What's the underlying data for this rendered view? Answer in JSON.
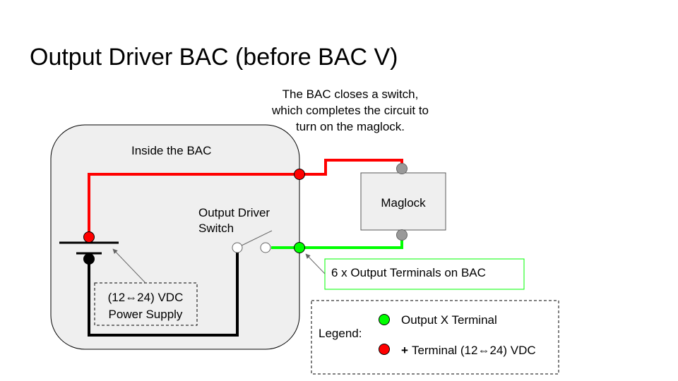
{
  "title": "Output Driver BAC (before BAC V)",
  "annotation": {
    "line1": "The BAC closes a switch,",
    "line2": "which completes the circuit to",
    "line3": "turn on the maglock."
  },
  "bac_box": {
    "label": "Inside the BAC"
  },
  "switch": {
    "label_line1": "Output Driver",
    "label_line2": "Switch"
  },
  "maglock": {
    "label": "Maglock"
  },
  "power_supply": {
    "label_line1": "(12⇔24) VDC",
    "label_line2": "Power Supply"
  },
  "terminals_note": "6 x Output Terminals on BAC",
  "legend": {
    "title": "Legend:",
    "items": [
      {
        "label": "Output X Terminal",
        "bold_prefix": "",
        "color": "#00ff00"
      },
      {
        "label": "Terminal (12⇔24) VDC",
        "bold_prefix": "+",
        "color": "#ff0000"
      }
    ]
  },
  "colors": {
    "positive_wire": "#ff0000",
    "output_wire": "#00ff00",
    "ground_wire": "#000000",
    "connector_gray": "#999999",
    "box_fill": "#efefef",
    "note_border": "#00ff00"
  }
}
